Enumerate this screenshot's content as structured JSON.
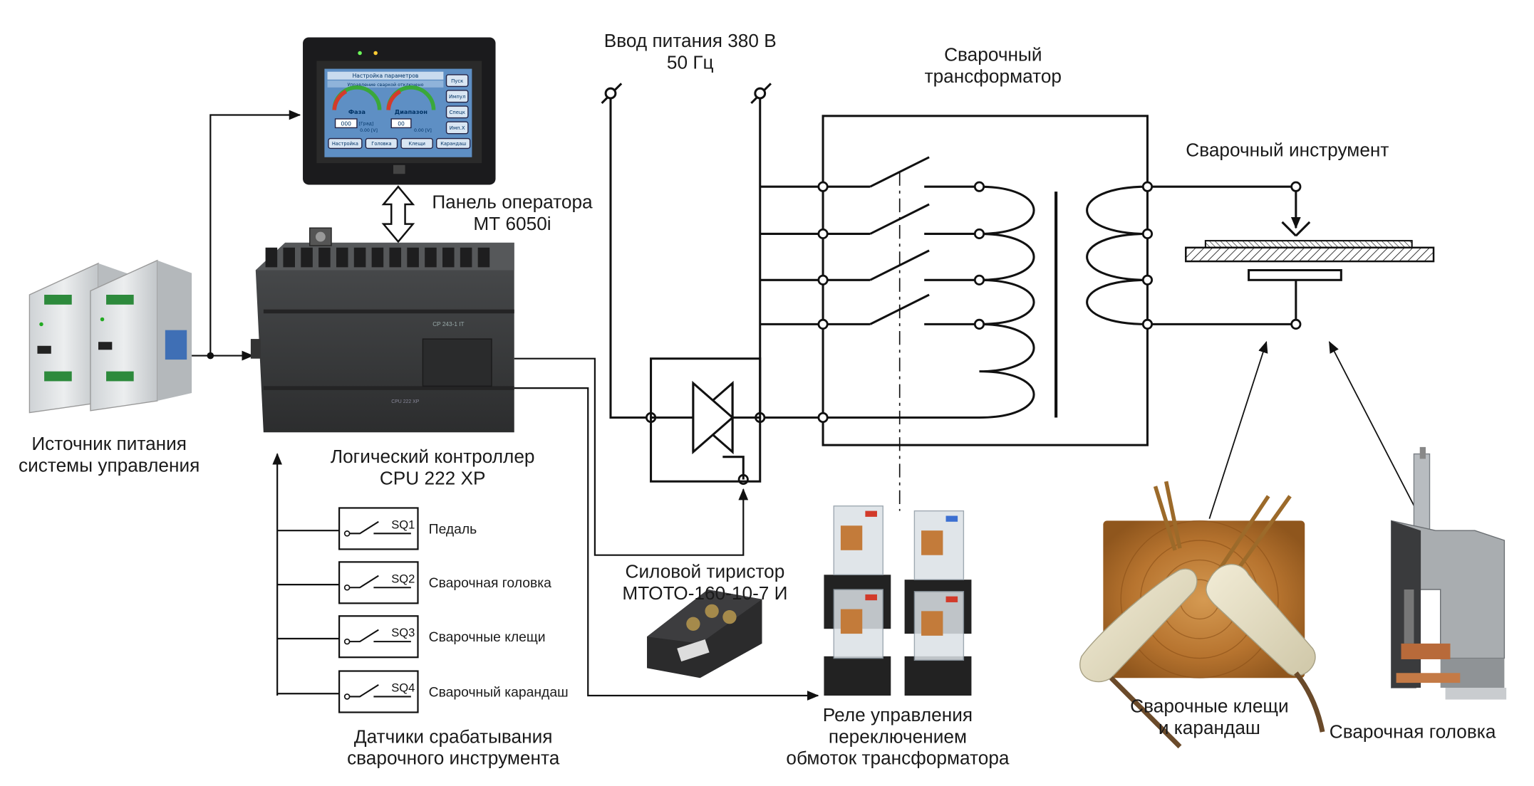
{
  "power_input": {
    "line1": "Ввод питания 380 В",
    "line2": "50 Гц"
  },
  "transformer": {
    "line1": "Сварочный",
    "line2": "трансформатор"
  },
  "welding_tool": {
    "label": "Сварочный инструмент"
  },
  "operator_panel": {
    "line1": "Панель оператора",
    "line2": "МТ 6050i"
  },
  "power_supply": {
    "line1": "Источник питания",
    "line2": "системы управления"
  },
  "controller": {
    "line1": "Логический контроллер",
    "line2": "CPU 222 XP"
  },
  "thyristor": {
    "line1": "Силовой тиристор",
    "line2": "МТОТО-160-10-7 И"
  },
  "relay": {
    "line1": "Реле управления",
    "line2": "переключением",
    "line3": "обмоток трансформатора"
  },
  "sensors_caption": {
    "line1": "Датчики срабатывания",
    "line2": "сварочного инструмента"
  },
  "sensors": [
    {
      "code": "SQ1",
      "label": "Педаль"
    },
    {
      "code": "SQ2",
      "label": "Сварочная головка"
    },
    {
      "code": "SQ3",
      "label": "Сварочные клещи"
    },
    {
      "code": "SQ4",
      "label": "Сварочный карандаш"
    }
  ],
  "pliers_caption": {
    "line1": "Сварочные клещи",
    "line2": "и карандаш"
  },
  "head_caption": {
    "label": "Сварочная головка"
  },
  "hmi_screen": {
    "title": "Настройка параметров",
    "subtitle": "Управление сваркой отключено",
    "gauge1": "Фаза",
    "gauge2": "Диапазон",
    "gauge1_value": "000",
    "gauge2_value": "00",
    "gauge1_unit": "[Град]",
    "reading1": "0.00 [V]",
    "reading2": "0.00 [V]",
    "side_buttons": [
      "Пуск",
      "Импул",
      "Спецк",
      "Имп.Х"
    ],
    "bottom_buttons": [
      "Настройка",
      "Головка",
      "Клещи",
      "Карандаш"
    ]
  },
  "plc_print": {
    "model": "CPU 222 XP",
    "front_text": "CP 243-1 IT"
  },
  "colors": {
    "line": "#111111",
    "hmi_screen": "#5e8fc4",
    "device_gray": "#3a3a3a"
  }
}
